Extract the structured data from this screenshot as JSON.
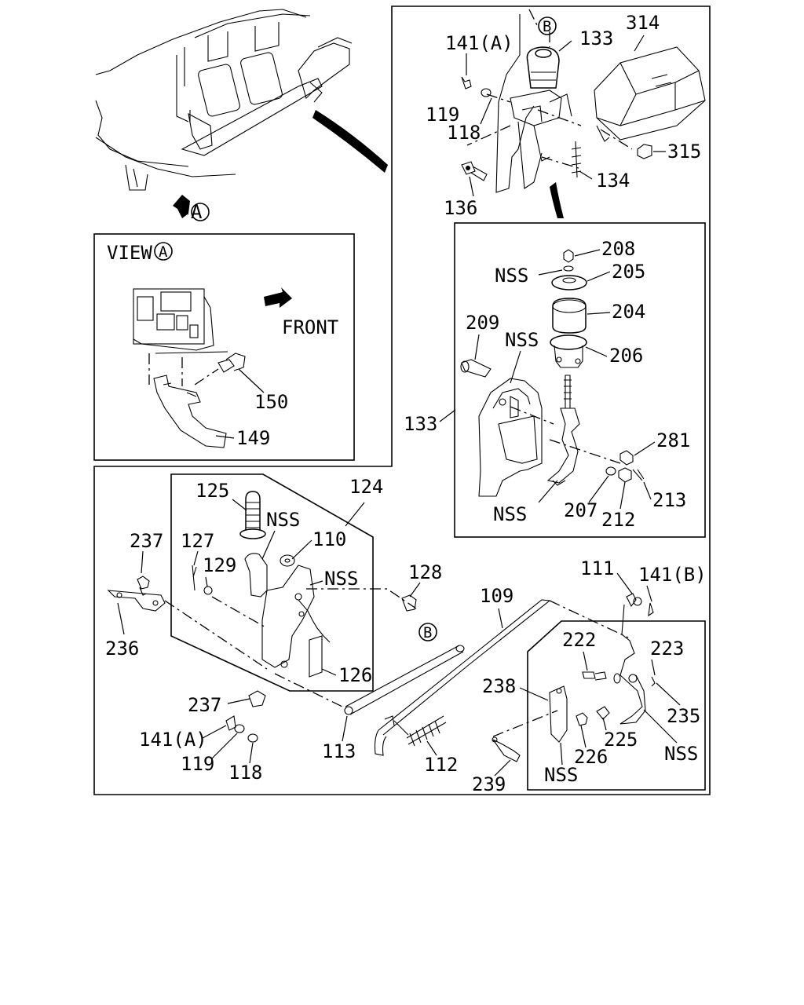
{
  "colors": {
    "ink": "#000000",
    "paper": "#ffffff"
  },
  "labels": {
    "view_a": "VIEW",
    "front": "FRONT",
    "p141a_1": "141(A)",
    "p133_top": "133",
    "p314": "314",
    "p119_1": "119",
    "p118_1": "118",
    "p315": "315",
    "p134": "134",
    "p136": "136",
    "p208": "208",
    "nss_1": "NSS",
    "p205": "205",
    "p204": "204",
    "p209": "209",
    "nss_2": "NSS",
    "p206": "206",
    "p133_side": "133",
    "p281": "281",
    "p213": "213",
    "nss_3": "NSS",
    "p207": "207",
    "p212": "212",
    "p150": "150",
    "p149": "149",
    "p125": "125",
    "p124": "124",
    "nss_4": "NSS",
    "p110": "110",
    "p237_1": "237",
    "p127": "127",
    "p129": "129",
    "nss_5": "NSS",
    "p128": "128",
    "p111": "111",
    "p141b_1": "141(B)",
    "p109": "109",
    "p222": "222",
    "p223": "223",
    "p236": "236",
    "p126": "126",
    "p238": "238",
    "p235": "235",
    "p237_2": "237",
    "p225": "225",
    "nss_6": "NSS",
    "p141a_2": "141(A)",
    "p226": "226",
    "p119_2": "119",
    "p118_2": "118",
    "p113": "113",
    "p112": "112",
    "nss_7": "NSS",
    "p239": "239"
  },
  "callouts": {
    "a_arrow": "A",
    "a_view": "A",
    "b_top": "B",
    "b_rod": "B"
  }
}
